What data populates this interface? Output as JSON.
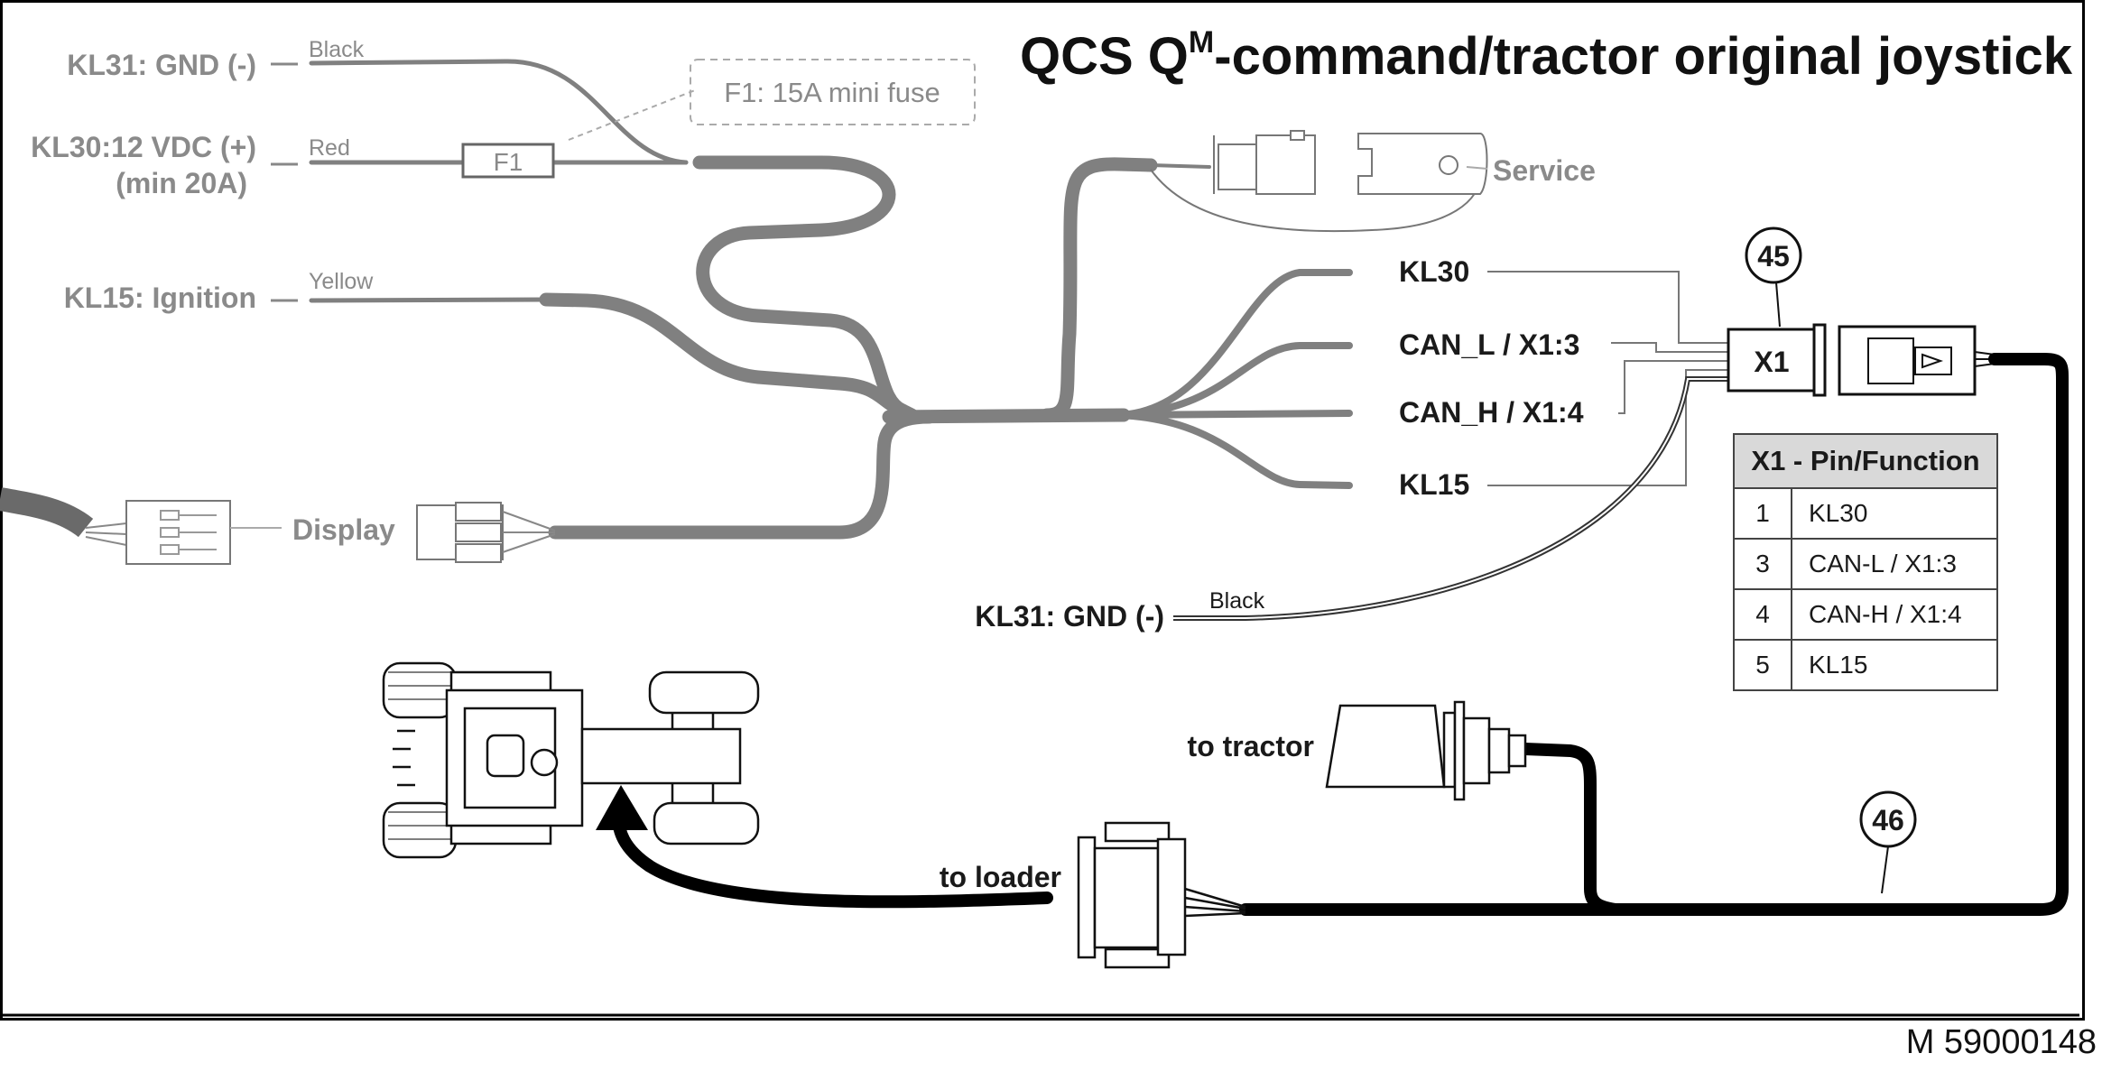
{
  "title": {
    "main": "QCS Q",
    "sup": "M",
    "rest": "-command/tractor original joystick"
  },
  "inputs": {
    "kl31": "KL31: GND (-)",
    "kl31_color": "Black",
    "kl30_line1": "KL30:12 VDC (+)",
    "kl30_line2": "(min 20A)",
    "kl30_color": "Red",
    "kl15": "KL15: Ignition",
    "kl15_color": "Yellow",
    "fuse_label": "F1",
    "fuse_callout": "F1: 15A mini fuse",
    "display": "Display",
    "service": "Service"
  },
  "harness_outputs": {
    "kl30": "KL30",
    "can_l": "CAN_L / X1:3",
    "can_h": "CAN_H / X1:4",
    "kl15": "KL15"
  },
  "connector": {
    "callout_45": "45",
    "x1": "X1",
    "callout_46": "46"
  },
  "ground": {
    "label": "KL31: GND (-)",
    "color": "Black"
  },
  "vehicle": {
    "to_tractor": "to tractor",
    "to_loader": "to loader"
  },
  "pin_table": {
    "header": "X1 - Pin/Function",
    "rows": [
      {
        "pin": "1",
        "function": "KL30"
      },
      {
        "pin": "3",
        "function": "CAN-L / X1:3"
      },
      {
        "pin": "4",
        "function": "CAN-H / X1:4"
      },
      {
        "pin": "5",
        "function": "KL15"
      }
    ]
  },
  "doc_number": "M 59000148",
  "colors": {
    "harness": "#808080",
    "cable": "#000000",
    "label_grey": "#8a8a8a",
    "table_header": "#d9d9d9"
  }
}
